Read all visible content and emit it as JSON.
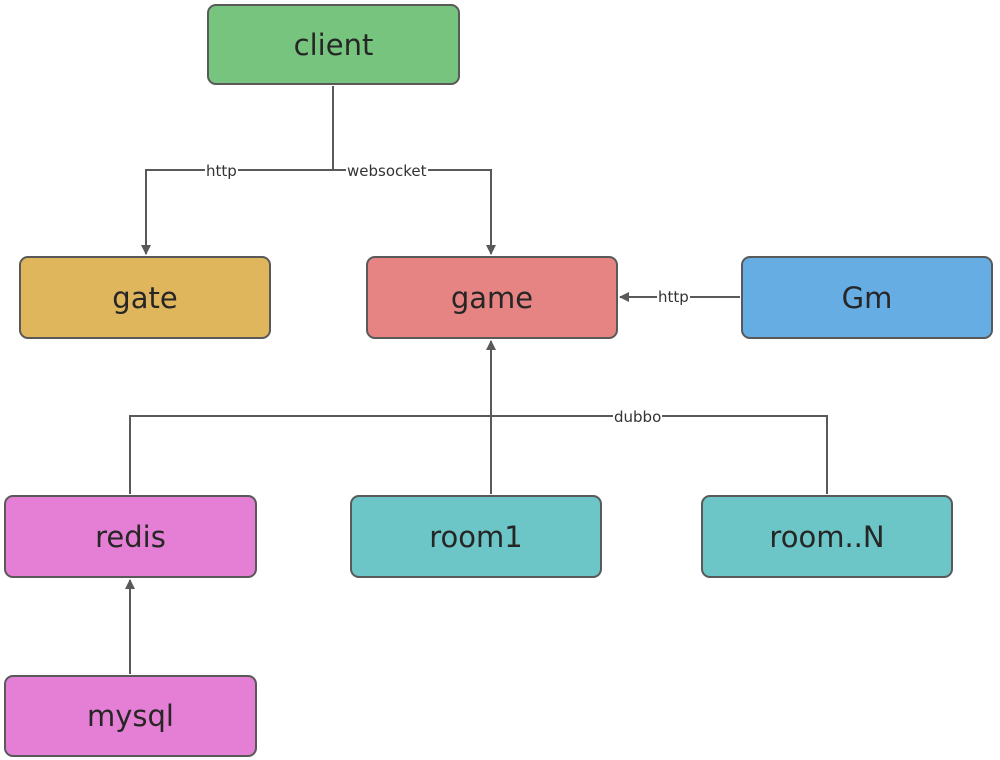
{
  "colors": {
    "client": "#77c47f",
    "gate": "#e0b65d",
    "game": "#e68483",
    "gm": "#66ade3",
    "redis": "#e47fd5",
    "room1": "#6cc5c6",
    "roomn": "#6cc5c6",
    "mysql": "#e47fd5",
    "edge": "#595959"
  },
  "nodes": {
    "client": "client",
    "gate": "gate",
    "game": "game",
    "gm": "Gm",
    "redis": "redis",
    "room1": "room1",
    "roomn": "room..N",
    "mysql": "mysql"
  },
  "edges": {
    "client_gate": "http",
    "client_game": "websocket",
    "gm_game": "http",
    "cluster_game": "dubbo"
  }
}
